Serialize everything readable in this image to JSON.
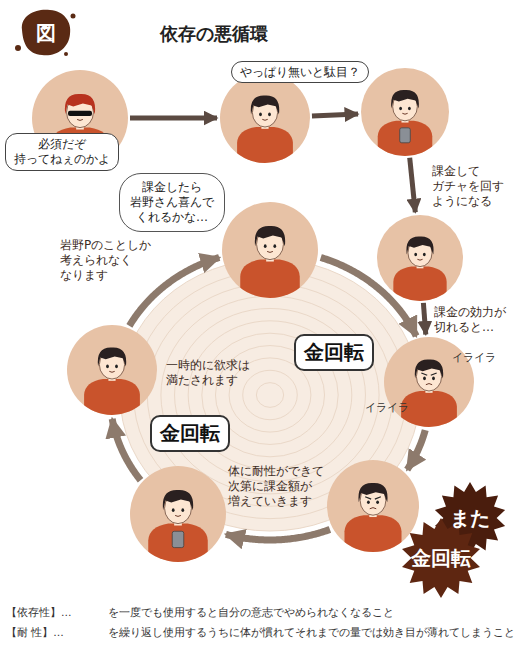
{
  "diagram": {
    "title": "依存の悪循環",
    "nodes": [
      {
        "text": [
          "必須だぞ 持ってねぇのかよ"
        ]
      },
      {
        "text": [
          "やっぱり無いと駄目？"
        ]
      },
      {
        "text": [
          "課金して ガチャを回す ようになる"
        ]
      },
      {
        "text": [
          "課金の効力が 切れると…"
        ]
      },
      {
        "text": [
          "金回転",
          "イライラ",
          "イライラ"
        ]
      },
      {
        "text": [
          "また",
          "金回転"
        ]
      },
      {
        "text": [
          "体に耐性ができて 次第に課金額が 増えていきます",
          "金回転"
        ]
      },
      {
        "text": [
          "一時的に欲求は 満たされます"
        ]
      },
      {
        "text": [
          "課金したら 岩野さん喜んで くれるかな…",
          "岩野Pのことしか 考えられなく なります"
        ]
      }
    ],
    "edges": [
      {
        "from": 0,
        "to": 1,
        "arrow": "to"
      },
      {
        "from": 1,
        "to": 2,
        "arrow": "to"
      },
      {
        "from": 2,
        "to": 3,
        "arrow": "to"
      },
      {
        "from": 3,
        "to": 4,
        "arrow": "to"
      },
      {
        "from": 4,
        "to": 5,
        "arrow": "to"
      },
      {
        "from": 5,
        "to": 6,
        "arrow": "to"
      },
      {
        "from": 6,
        "to": 7,
        "arrow": "to"
      },
      {
        "from": 7,
        "to": 8,
        "arrow": "to"
      },
      {
        "from": 8,
        "to": 4,
        "arrow": "to"
      }
    ],
    "labels": [
      "図",
      "【依存性】…",
      "を一度でも使用すると自分の意志でやめられなくなること",
      "【耐 性】…",
      "を繰り返し使用するうちに体が慣れてそれまでの量では効き目が薄れてしまうこと"
    ]
  }
}
